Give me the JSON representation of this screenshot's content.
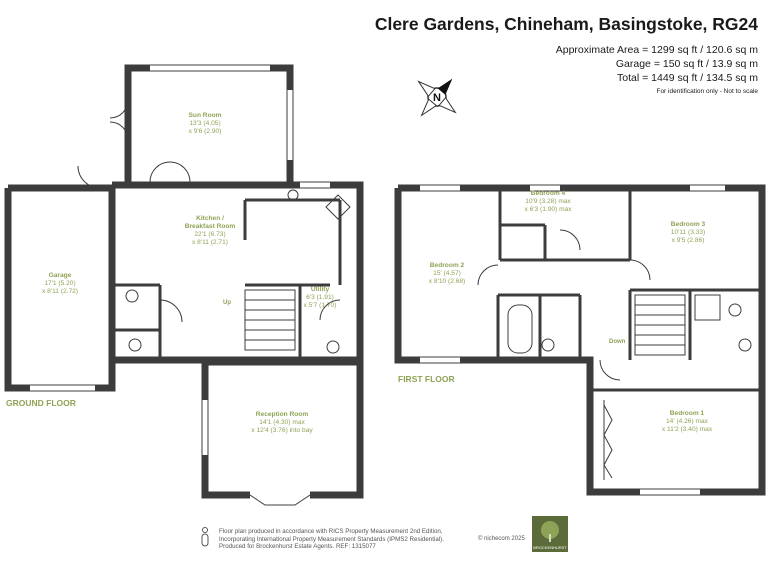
{
  "header": {
    "title": "Clere Gardens, Chineham, Basingstoke, RG24",
    "area_lines": [
      "Approximate Area = 1299 sq ft / 120.6 sq m",
      "Garage = 150 sq ft / 13.9 sq m",
      "Total = 1449 sq ft / 134.5 sq m"
    ],
    "note": "For identification only - Not to scale"
  },
  "compass": {
    "label": "N"
  },
  "ground_floor": {
    "label": "GROUND FLOOR",
    "rooms": {
      "sun_room": {
        "name": "Sun Room",
        "dim1": "13'3 (4.05)",
        "dim2": "x 9'6 (2.90)"
      },
      "kitchen": {
        "name1": "Kitchen /",
        "name2": "Breakfast Room",
        "dim1": "22'1 (6.73)",
        "dim2": "x 8'11 (2.71)"
      },
      "garage": {
        "name": "Garage",
        "dim1": "17'1 (5.20)",
        "dim2": "x 8'11 (2.72)"
      },
      "utility": {
        "name": "Utility",
        "dim1": "6'3 (1.91)",
        "dim2": "x 5'7 (1.70)"
      },
      "reception": {
        "name": "Reception Room",
        "dim1": "14'1 (4.30) max",
        "dim2": "x 12'4 (3.76) into bay"
      }
    },
    "stairs_label": "Up"
  },
  "first_floor": {
    "label": "FIRST FLOOR",
    "rooms": {
      "bedroom4": {
        "name": "Bedroom 4",
        "dim1": "10'9 (3.28) max",
        "dim2": "x 6'3 (1.90) max"
      },
      "bedroom3": {
        "name": "Bedroom 3",
        "dim1": "10'11 (3.33)",
        "dim2": "x 9'5 (2.86)"
      },
      "bedroom2": {
        "name": "Bedroom 2",
        "dim1": "15' (4.57)",
        "dim2": "x 8'10 (2.68)"
      },
      "bedroom1": {
        "name": "Bedroom 1",
        "dim1": "14' (4.26) max",
        "dim2": "x 11'2 (3.40) max"
      }
    },
    "stairs_label": "Down"
  },
  "footer": {
    "lines": [
      "Floor plan produced in accordance with RICS Property Measurement 2nd Edition,",
      "Incorporating International Property Measurement Standards (IPMS2 Residential).",
      "Produced for Brockenhurst Estate Agents.   REF: 1315077"
    ],
    "copyright": "© nichecom 2025",
    "logo_text": "BROCKENHURST"
  },
  "colors": {
    "wall": "#3c3c3c",
    "label": "#8ea356",
    "logo": "#5b6b3a"
  }
}
